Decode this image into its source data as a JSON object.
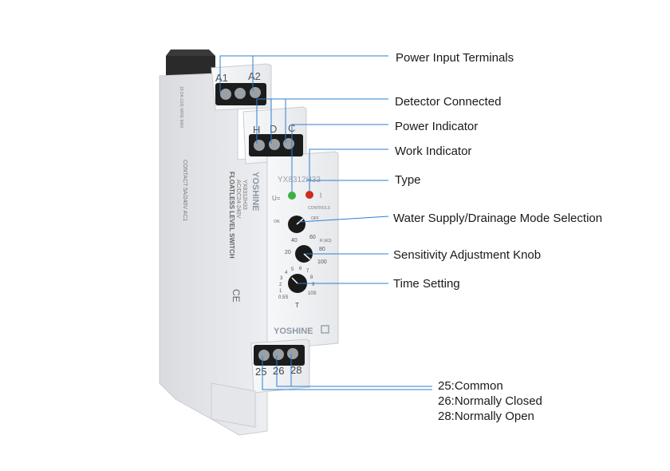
{
  "product": {
    "brand": "YOSHINE",
    "model": "YX8312H33",
    "side_text": {
      "product_name": "FLOATLESS LEVEL SWITCH",
      "spec_1": "YX8312H33",
      "spec_2": "AC/DC24-240V",
      "contact": "CONTACT 5A/240V AC1",
      "wire": "18 DA-12/E WIRE MAX"
    },
    "terminals_top": [
      "A1",
      "A2"
    ],
    "terminals_mid": [
      "H",
      "D",
      "C"
    ],
    "terminals_bottom": [
      "25",
      "26",
      "28"
    ],
    "led_labels": {
      "power": "U=",
      "controls": "CONTROLS"
    },
    "knob_mode": {
      "labels": [
        "ON",
        "OFF"
      ]
    },
    "knob_sensitivity": {
      "labels": [
        "20",
        "40",
        "60",
        "80",
        "100"
      ],
      "unit": "R (kΩ)"
    },
    "knob_time": {
      "labels": [
        "0.5S",
        "1",
        "2",
        "3",
        "4",
        "5",
        "6",
        "7",
        "8",
        "9",
        "10S"
      ],
      "letter": "T"
    },
    "colors": {
      "body": "#f2f3f5",
      "terminal": "#1c1c1c",
      "led_green": "#3cb043",
      "led_red": "#d22a1e",
      "line": "#2f7fd0"
    }
  },
  "callouts": [
    {
      "id": "power-input-terminals",
      "label": "Power Input Terminals"
    },
    {
      "id": "detector-connected",
      "label": "Detector Connected"
    },
    {
      "id": "power-indicator",
      "label": "Power Indicator"
    },
    {
      "id": "work-indicator",
      "label": "Work Indicator"
    },
    {
      "id": "type",
      "label": "Type"
    },
    {
      "id": "mode-selection",
      "label": "Water Supply/Drainage Mode Selection"
    },
    {
      "id": "sensitivity-knob",
      "label": "Sensitivity Adjustment Knob"
    },
    {
      "id": "time-setting",
      "label": "Time Setting"
    }
  ],
  "contacts": [
    "25:Common",
    "26:Normally Closed",
    "28:Normally Open"
  ]
}
